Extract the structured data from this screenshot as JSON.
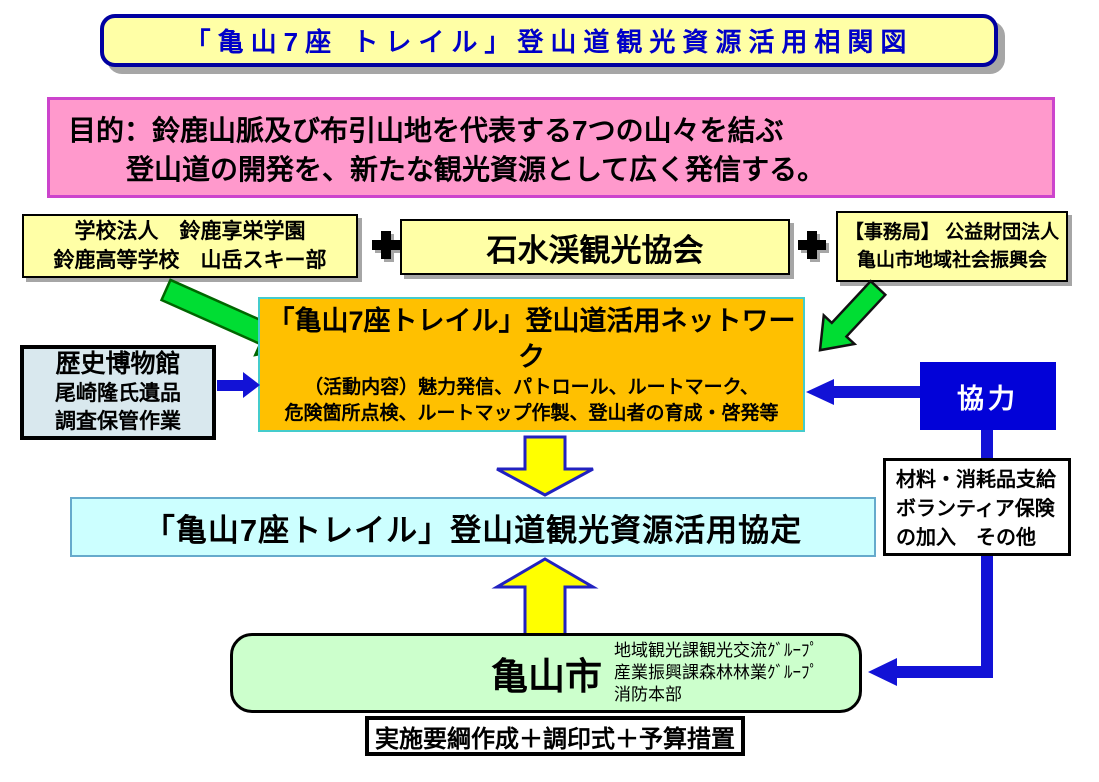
{
  "title": "「亀山7座 トレイル」登山道観光資源活用相関図",
  "purpose": {
    "line1": "目的：鈴鹿山脈及び布引山地を代表する7つの山々を結ぶ",
    "line2": "登山道の開発を、新たな観光資源として広く発信する。"
  },
  "partners": {
    "school": {
      "line1": "学校法人　鈴鹿享栄学園",
      "line2": "鈴鹿高等学校　山岳スキー部"
    },
    "plus": "＋",
    "association": "石水渓観光協会",
    "secretariat": {
      "line1": "【事務局】 公益財団法人",
      "line2": "亀山市地域社会振興会"
    }
  },
  "network": {
    "title": "「亀山7座トレイル」登山道活用ネットワーク",
    "line1": "（活動内容）魅力発信、パトロール、ルートマーク、",
    "line2": "危険箇所点検、ルートマップ作製、登山者の育成・啓発等"
  },
  "museum": {
    "line1": "歴史博物館",
    "line2": "尾崎隆氏遺品",
    "line3": "調査保管作業"
  },
  "cooperation": {
    "label": "協力"
  },
  "support": {
    "line1": "材料・消耗品支給",
    "line2": "ボランティア保険",
    "line3": "の加入　その他"
  },
  "agreement": "「亀山7座トレイル」登山道観光資源活用協定",
  "city": {
    "name": "亀山市",
    "depts": [
      "地域観光課観光交流ｸﾞﾙｰﾌﾟ",
      "産業振興課森林林業ｸﾞﾙｰﾌﾟ",
      "消防本部"
    ]
  },
  "procedure": "実施要綱作成＋調印式＋予算措置",
  "colors": {
    "title_bg": "#FFFFA6",
    "title_border": "#0000A0",
    "title_text": "#0000C8",
    "purpose_bg": "#FF99CC",
    "purpose_border": "#CC44CC",
    "partner_bg": "#FFFFA6",
    "network_bg": "#FFC000",
    "network_border": "#44CCCC",
    "museum_bg": "#D9E8EE",
    "cooperation_bg": "#0202D8",
    "agreement_bg": "#CCFFFF",
    "city_bg": "#CCFFCC",
    "arrow_blue": "#1212D6",
    "arrow_green": "#00DD33",
    "arrow_yellow": "#FFFF00"
  }
}
